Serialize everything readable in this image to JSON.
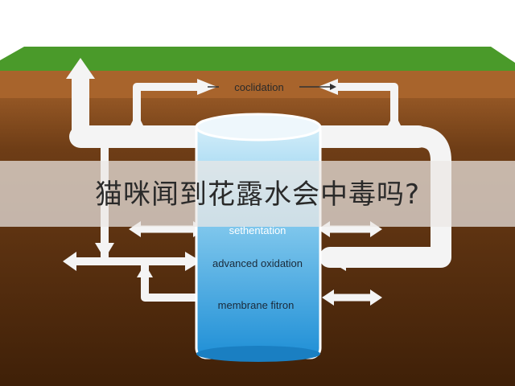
{
  "diagram": {
    "process_labels": {
      "top": "coclidation",
      "stage1": "sethentation",
      "stage2": "advanced oxidation",
      "stage3": "membrane fitron"
    }
  },
  "overlay": {
    "caption": "猫咪闻到花露水会中毒吗?"
  },
  "colors": {
    "grass": "#4a9a2a",
    "soil_top": "#a8642c",
    "soil_mid": "#6e3d16",
    "soil_deep": "#3f2008",
    "pipe": "#f7f7f7",
    "water_light": "#bfe4f6",
    "water_dark": "#1f8fd6"
  }
}
